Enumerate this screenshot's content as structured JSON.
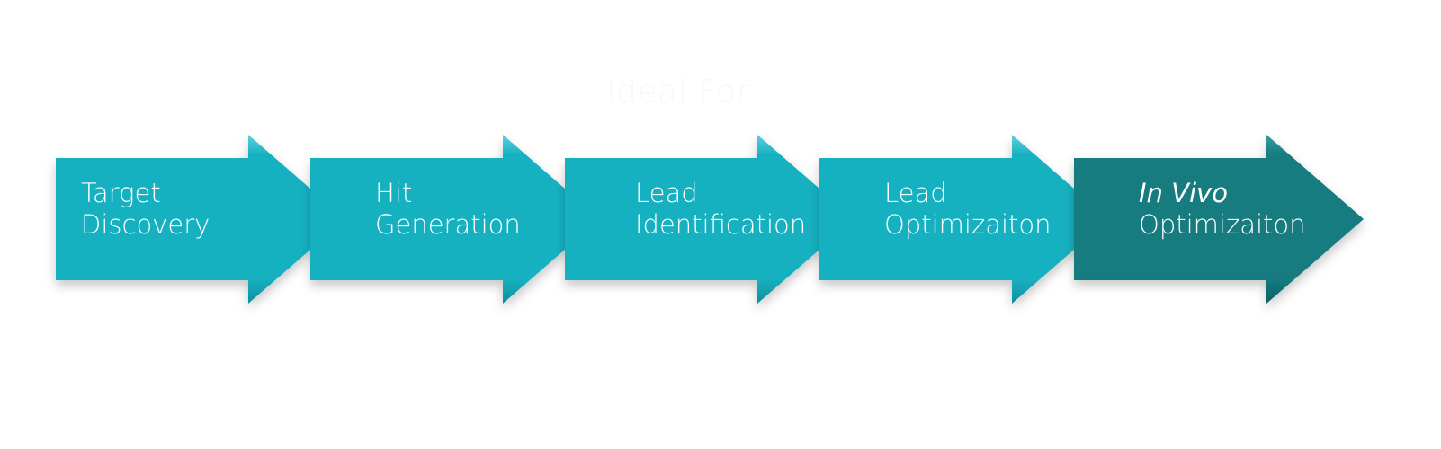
{
  "heading": "Ideal For",
  "colors": {
    "teal": "#17b1c1",
    "teal_dark": "#137c80",
    "heading_text": "#f6f8f9",
    "label_text": "#ffffff"
  },
  "steps": [
    {
      "line1": "Target",
      "line2": "Discovery",
      "line1_italic": false,
      "highlighted": false
    },
    {
      "line1": "Hit",
      "line2": "Generation",
      "line1_italic": false,
      "highlighted": false
    },
    {
      "line1": "Lead",
      "line2": "Identification",
      "line1_italic": false,
      "highlighted": false
    },
    {
      "line1": "Lead",
      "line2": "Optimizaiton",
      "line1_italic": false,
      "highlighted": false
    },
    {
      "line1": "In Vivo",
      "line2": "Optimizaiton",
      "line1_italic": true,
      "highlighted": true
    }
  ]
}
